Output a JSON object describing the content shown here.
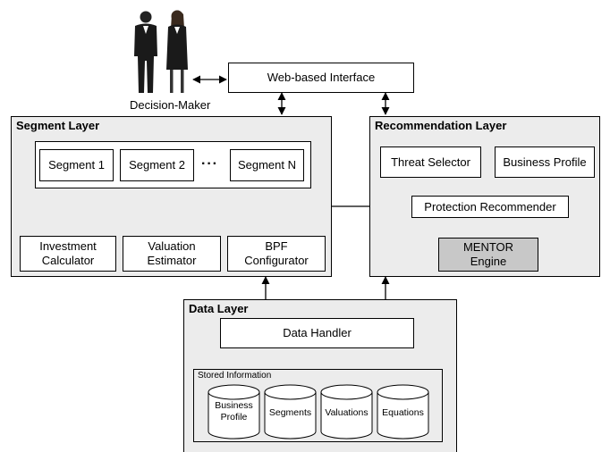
{
  "actor": {
    "label": "Decision-Maker",
    "icon": "business-people-icon"
  },
  "interface": {
    "label": "Web-based Interface"
  },
  "segment_layer": {
    "title": "Segment Layer",
    "segments": [
      "Segment 1",
      "Segment 2",
      "Segment N"
    ],
    "ellipsis": "···",
    "tools": [
      "Investment\nCalculator",
      "Valuation\nEstimator",
      "BPF\nConfigurator"
    ]
  },
  "recommendation_layer": {
    "title": "Recommendation Layer",
    "threat_selector": "Threat Selector",
    "business_profile": "Business Profile",
    "protection_recommender": "Protection Recommender",
    "engine": "MENTOR\nEngine"
  },
  "data_layer": {
    "title": "Data Layer",
    "handler": "Data Handler",
    "stored_title": "Stored Information",
    "stores": [
      "Business\nProfile",
      "Segments",
      "Valuations",
      "Equations"
    ]
  },
  "colors": {
    "layer_bg": "#ececec",
    "engine_bg": "#c8c8c8",
    "line": "#000000"
  }
}
